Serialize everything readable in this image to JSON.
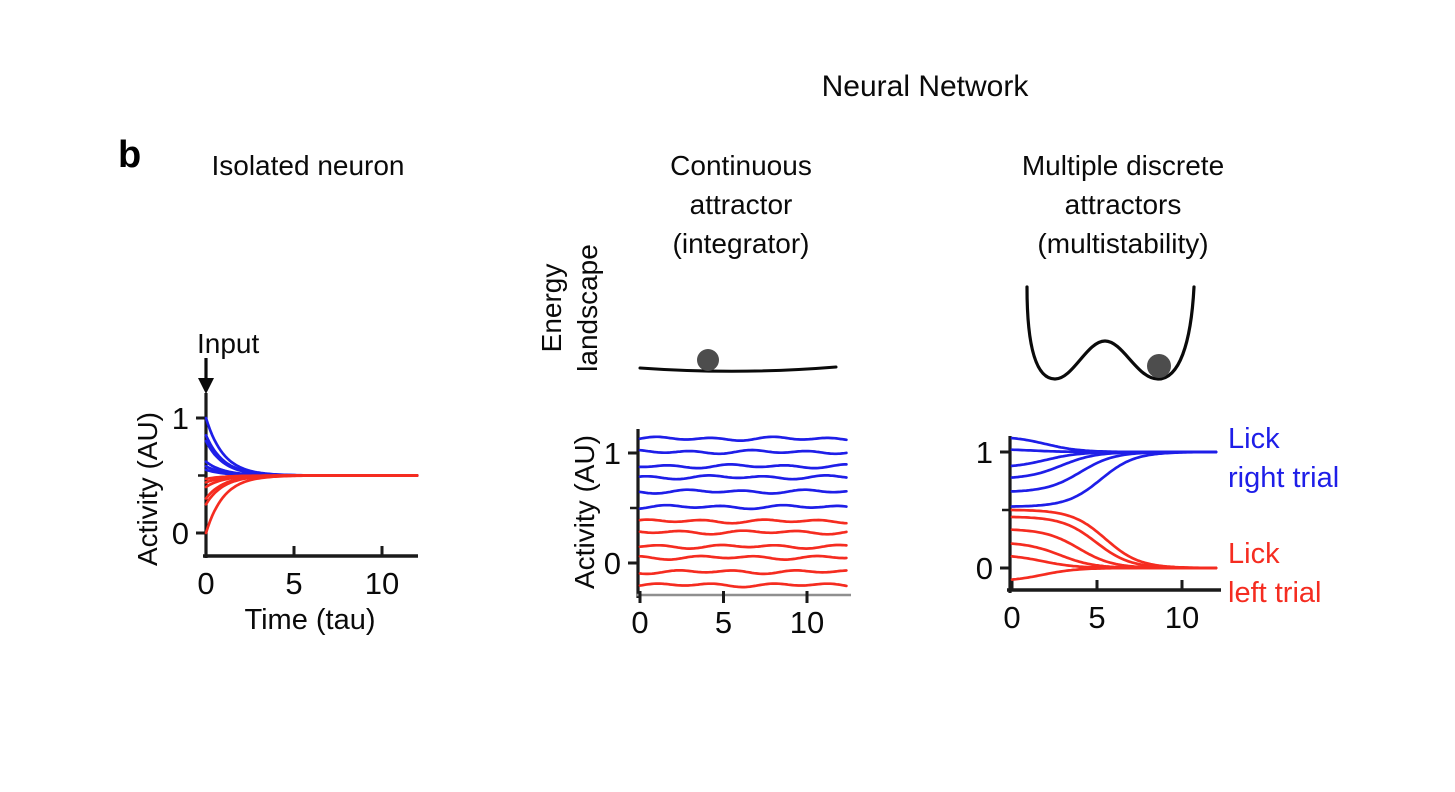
{
  "figure": {
    "title": "Neural Network",
    "panel_label": "b",
    "columns": {
      "isolated": {
        "title": "Isolated neuron"
      },
      "continuous": {
        "title": "Continuous\nattractor\n(integrator)"
      },
      "discrete": {
        "title": "Multiple discrete\nattractors\n(multistability)"
      }
    },
    "energy_landscape_label": "Energy\nlandscape",
    "legend": {
      "lick_right": "Lick\nright trial",
      "lick_left": "Lick\nleft trial"
    }
  },
  "colors": {
    "blue": "#1e1ee8",
    "red": "#f52c20",
    "ball": "#4d4d4d",
    "axis": "#1a1a1a",
    "gray_axis": "#8f8f8f"
  },
  "chart_data": [
    {
      "id": "isolated-neuron",
      "type": "line",
      "title": "Isolated neuron",
      "xlabel": "Time (tau)",
      "ylabel": "Activity (AU)",
      "annotation": "Input",
      "xlim": [
        0,
        12
      ],
      "ylim": [
        -0.05,
        1.15
      ],
      "x_ticks": [
        0,
        5,
        10
      ],
      "y_ticks": [
        0,
        1
      ],
      "steady_state": 0.5,
      "series": [
        {
          "name": "perturbed up (blue)",
          "color": "blue",
          "dynamics": "exponential",
          "starts": [
            1.0,
            0.85,
            0.8,
            0.62,
            0.58,
            0.55
          ],
          "target": 0.5,
          "tau": 1.0
        },
        {
          "name": "perturbed down (red)",
          "color": "red",
          "dynamics": "exponential",
          "starts": [
            0.47,
            0.44,
            0.4,
            0.3,
            0.25,
            0.0
          ],
          "target": 0.5,
          "tau": 1.0
        }
      ]
    },
    {
      "id": "continuous-attractor",
      "type": "line",
      "title": "Continuous attractor (integrator)",
      "ylabel": "Activity (AU)",
      "xlim": [
        0,
        12.5
      ],
      "ylim": [
        -0.25,
        1.2
      ],
      "x_ticks": [
        0,
        5,
        10
      ],
      "y_ticks": [
        0,
        1
      ],
      "energy_landscape": "flat",
      "ball_position": "center",
      "series": [
        {
          "name": "lick right levels (blue)",
          "color": "blue",
          "dynamics": "constant",
          "levels": [
            1.13,
            1.01,
            0.88,
            0.78,
            0.65,
            0.51
          ]
        },
        {
          "name": "lick left levels (red)",
          "color": "red",
          "dynamics": "constant",
          "levels": [
            0.38,
            0.28,
            0.15,
            0.05,
            -0.08,
            -0.2
          ]
        }
      ]
    },
    {
      "id": "multiple-discrete-attractors",
      "type": "line",
      "title": "Multiple discrete attractors (multistability)",
      "xlim": [
        0,
        12
      ],
      "ylim": [
        -0.15,
        1.15
      ],
      "x_ticks": [
        0,
        5,
        10
      ],
      "y_ticks": [
        0,
        1
      ],
      "energy_landscape": "double-well",
      "ball_position": "right-well",
      "series": [
        {
          "name": "Lick right trial",
          "color": "blue",
          "dynamics": "sigmoid",
          "starts": [
            1.12,
            1.02,
            0.88,
            0.78,
            0.66,
            0.53
          ],
          "target": 1.0
        },
        {
          "name": "Lick left trial",
          "color": "red",
          "dynamics": "sigmoid",
          "starts": [
            0.5,
            0.44,
            0.33,
            0.21,
            0.1,
            -0.1
          ],
          "target": 0.0
        }
      ]
    }
  ]
}
